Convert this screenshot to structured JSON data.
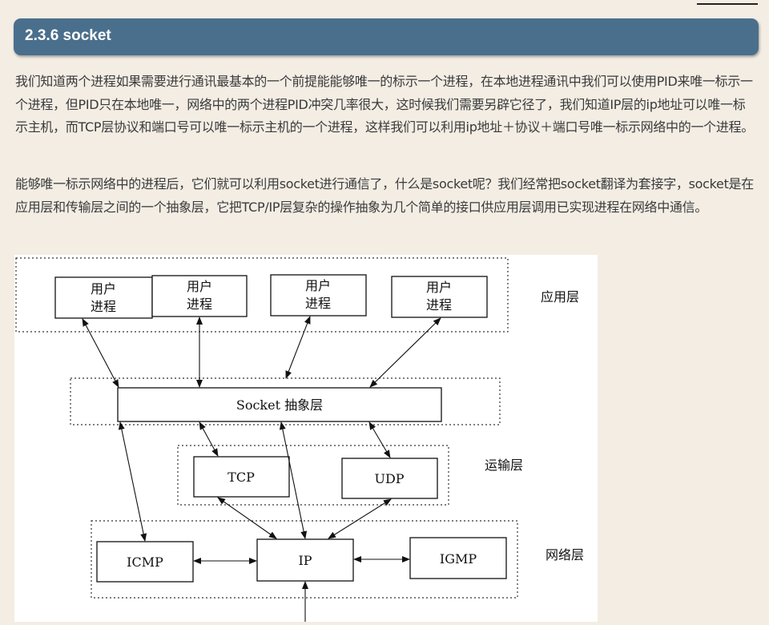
{
  "section": {
    "title": "2.3.6 socket"
  },
  "paragraphs": [
    "我们知道两个进程如果需要进行通讯最基本的一个前提能能够唯一的标示一个进程，在本地进程通讯中我们可以使用PID来唯一标示一个进程，但PID只在本地唯一，网络中的两个进程PID冲突几率很大，这时候我们需要另辟它径了，我们知道IP层的ip地址可以唯一标示主机，而TCP层协议和端口号可以唯一标示主机的一个进程，这样我们可以利用ip地址＋协议＋端口号唯一标示网络中的一个进程。",
    "能够唯一标示网络中的进程后，它们就可以利用socket进行通信了，什么是socket呢？我们经常把socket翻译为套接字，socket是在应用层和传输层之间的一个抽象层，它把TCP/IP层复杂的操作抽象为几个简单的接口供应用层调用已实现进程在网络中通信。"
  ],
  "diagram": {
    "user_process_line1": "用户",
    "user_process_line2": "进程",
    "app_layer": "应用层",
    "socket_layer": "Socket 抽象层",
    "transport_layer": "运输层",
    "tcp": "TCP",
    "udp": "UDP",
    "network_layer": "网络层",
    "icmp": "ICMP",
    "ip": "IP",
    "igmp": "IGMP"
  }
}
